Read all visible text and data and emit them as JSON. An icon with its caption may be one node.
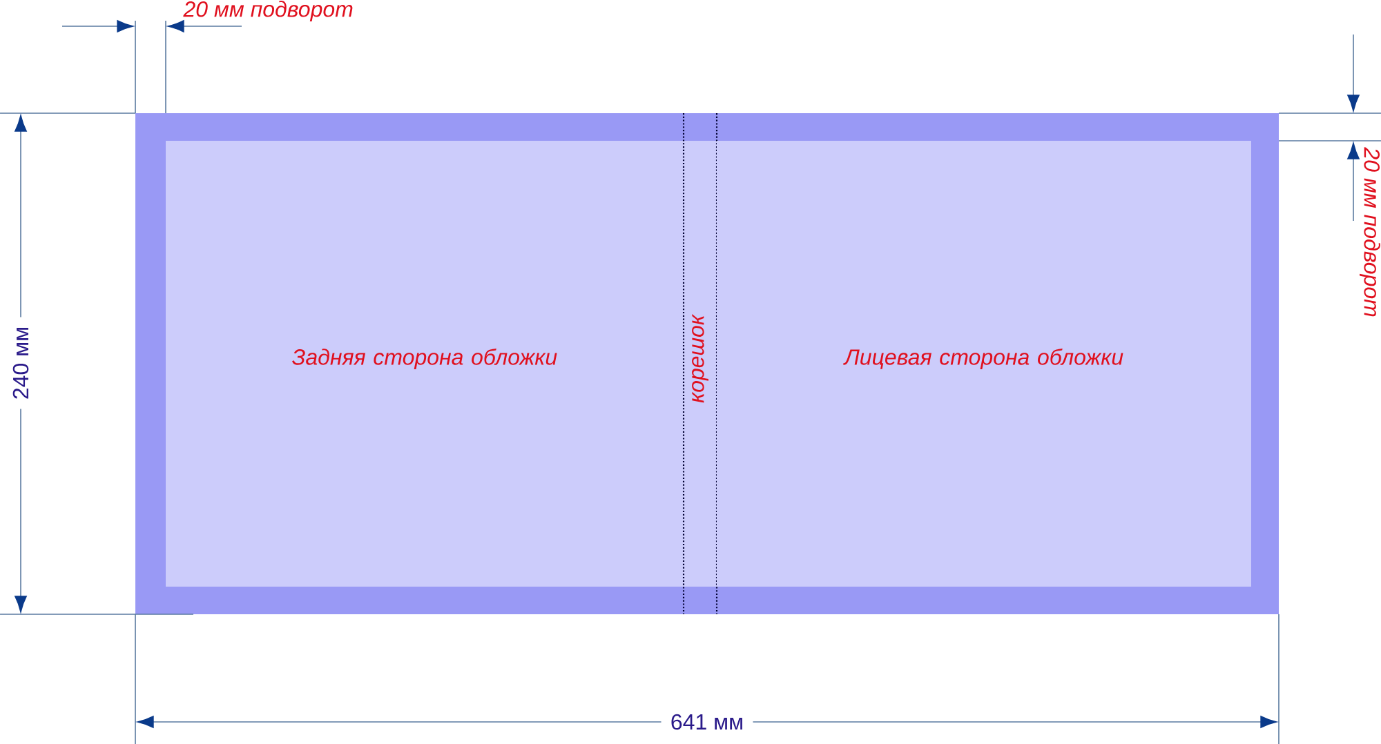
{
  "diagram": {
    "nodes": [
      {
        "text": [],
        "shape": "box"
      },
      {
        "text": [
          "Задняя сторона обложки"
        ],
        "in": 0
      },
      {
        "text": [
          "корешок"
        ],
        "in": 0
      },
      {
        "text": [
          "Лицевая сторона обложки"
        ],
        "in": 0
      }
    ],
    "labels": [
      "20 мм подворот",
      "20 мм подворот",
      "240 мм",
      "641 мм"
    ]
  }
}
